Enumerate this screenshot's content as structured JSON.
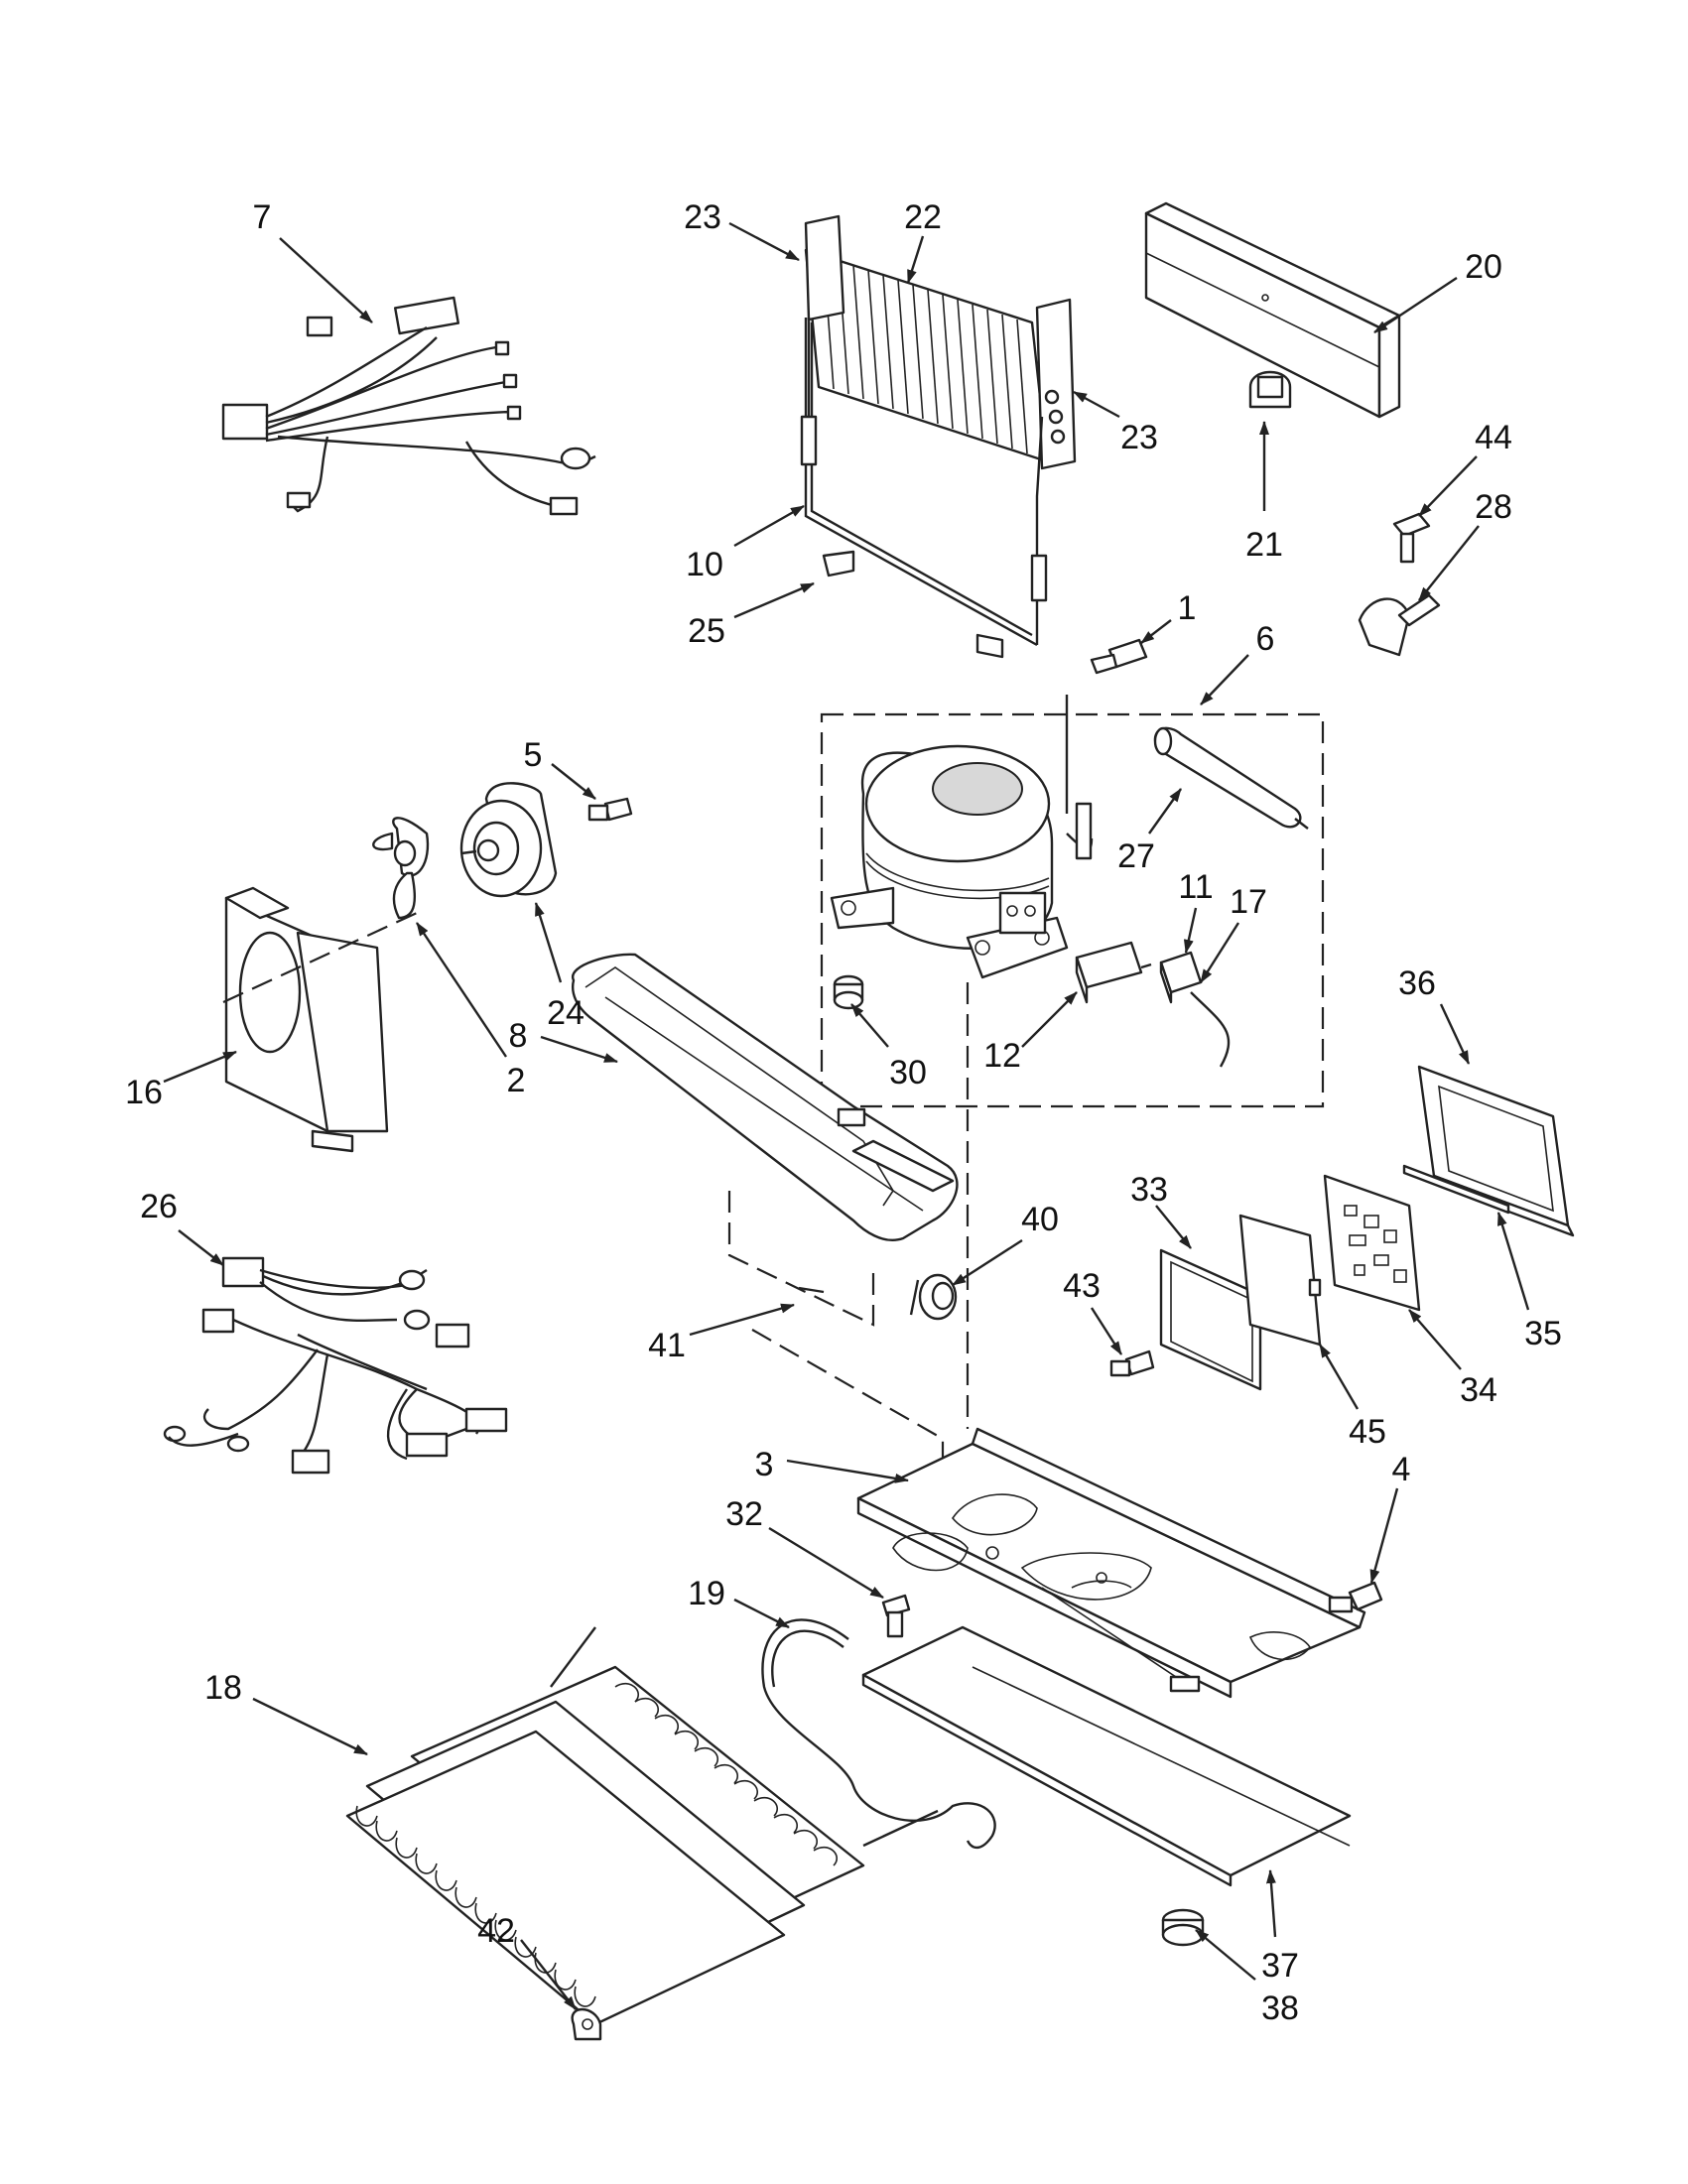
{
  "callouts": [
    "1",
    "2",
    "3",
    "4",
    "5",
    "6",
    "7",
    "8",
    "10",
    "11",
    "12",
    "16",
    "17",
    "18",
    "19",
    "20",
    "21",
    "22",
    "23",
    "24",
    "25",
    "26",
    "27",
    "28",
    "30",
    "32",
    "33",
    "34",
    "35",
    "36",
    "37",
    "38",
    "40",
    "41",
    "42",
    "43",
    "44",
    "45"
  ],
  "colors": {
    "line": "#222222",
    "background": "#ffffff",
    "shade": "#d8d8d8"
  }
}
